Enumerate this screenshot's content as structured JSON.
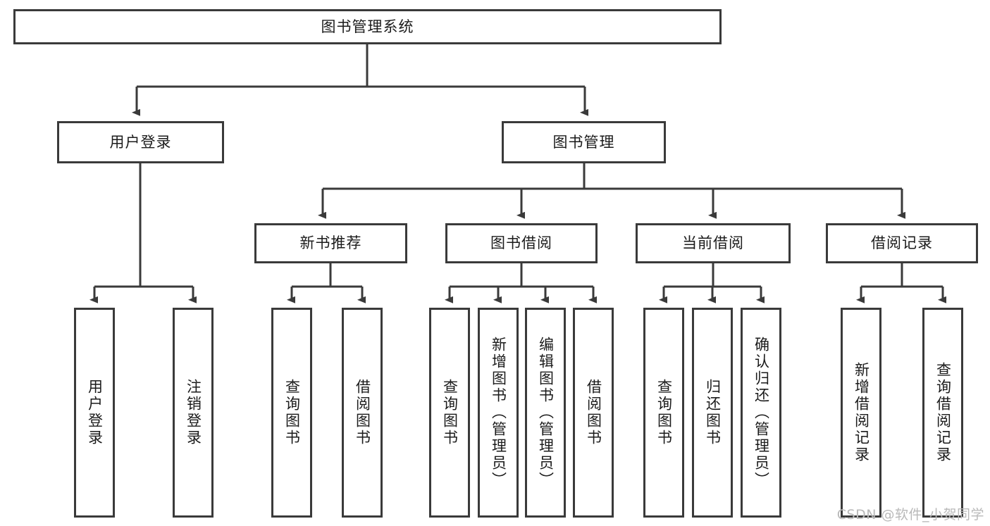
{
  "diagram": {
    "type": "tree-hierarchy",
    "title": "图书管理系统",
    "root": {
      "id": "root",
      "label": "图书管理系统"
    },
    "level2": [
      {
        "id": "user-login",
        "label": "用户登录"
      },
      {
        "id": "book-manage",
        "label": "图书管理"
      }
    ],
    "level3": [
      {
        "id": "new-book-recommend",
        "label": "新书推荐",
        "parent": "book-manage"
      },
      {
        "id": "book-borrow",
        "label": "图书借阅",
        "parent": "book-manage"
      },
      {
        "id": "current-borrow",
        "label": "当前借阅",
        "parent": "book-manage"
      },
      {
        "id": "borrow-record",
        "label": "借阅记录",
        "parent": "book-manage"
      }
    ],
    "leaves": {
      "user_login": [
        {
          "id": "leaf-user-login",
          "label": "用户登录"
        },
        {
          "id": "leaf-logout",
          "label": "注销登录"
        }
      ],
      "new_book_recommend": [
        {
          "id": "leaf-query-book-1",
          "label": "查询图书"
        },
        {
          "id": "leaf-borrow-book-1",
          "label": "借阅图书"
        }
      ],
      "book_borrow": [
        {
          "id": "leaf-query-book-2",
          "label": "查询图书"
        },
        {
          "id": "leaf-add-book",
          "label": "新增图书（管理员）"
        },
        {
          "id": "leaf-edit-book",
          "label": "编辑图书（管理员）"
        },
        {
          "id": "leaf-borrow-book-2",
          "label": "借阅图书"
        }
      ],
      "current_borrow": [
        {
          "id": "leaf-query-book-3",
          "label": "查询图书"
        },
        {
          "id": "leaf-return-book",
          "label": "归还图书"
        },
        {
          "id": "leaf-confirm-return",
          "label": "确认归还（管理员）"
        }
      ],
      "borrow_record": [
        {
          "id": "leaf-add-record",
          "label": "新增借阅记录"
        },
        {
          "id": "leaf-query-record",
          "label": "查询借阅记录"
        }
      ]
    },
    "colors": {
      "stroke": "#3a3a3a",
      "text": "#1b1b1b",
      "background": "#ffffff",
      "watermark": "#b9b9b9"
    }
  },
  "watermark": {
    "text": "CSDN @软件_小贺同学"
  }
}
